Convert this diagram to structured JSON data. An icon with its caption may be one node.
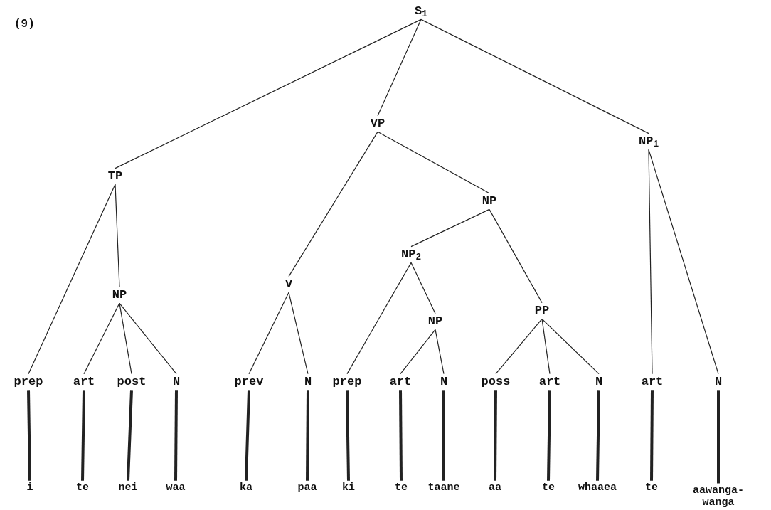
{
  "diagram": {
    "nodes": [
      {
        "text": [
          "S$_{1}$"
        ]
      },
      {
        "text": [
          "TP"
        ]
      },
      {
        "text": [
          "VP"
        ]
      },
      {
        "text": [
          "NP$_{1}$"
        ]
      },
      {
        "text": [
          "NP"
        ]
      },
      {
        "text": [
          "V"
        ]
      },
      {
        "text": [
          "NP"
        ]
      },
      {
        "text": [
          "NP$_{2}$"
        ]
      },
      {
        "text": [
          "PP"
        ]
      },
      {
        "text": [
          "NP"
        ]
      },
      {
        "text": [
          "prep"
        ]
      },
      {
        "text": [
          "art"
        ]
      },
      {
        "text": [
          "post"
        ]
      },
      {
        "text": [
          "N"
        ]
      },
      {
        "text": [
          "prev"
        ]
      },
      {
        "text": [
          "N"
        ]
      },
      {
        "text": [
          "prep"
        ]
      },
      {
        "text": [
          "art"
        ]
      },
      {
        "text": [
          "N"
        ]
      },
      {
        "text": [
          "poss"
        ]
      },
      {
        "text": [
          "art"
        ]
      },
      {
        "text": [
          "N"
        ]
      },
      {
        "text": [
          "art"
        ]
      },
      {
        "text": [
          "N"
        ]
      },
      {
        "text": [
          "i"
        ]
      },
      {
        "text": [
          "te"
        ]
      },
      {
        "text": [
          "nei"
        ]
      },
      {
        "text": [
          "waa"
        ]
      },
      {
        "text": [
          "ka"
        ]
      },
      {
        "text": [
          "paa"
        ]
      },
      {
        "text": [
          "ki"
        ]
      },
      {
        "text": [
          "te"
        ]
      },
      {
        "text": [
          "taane"
        ]
      },
      {
        "text": [
          "aa"
        ]
      },
      {
        "text": [
          "te"
        ]
      },
      {
        "text": [
          "whaaea"
        ]
      },
      {
        "text": [
          "te"
        ]
      },
      {
        "text": [
          "aawanga-wanga"
        ]
      }
    ],
    "edges": [
      {
        "from": 0,
        "to": 1,
        "arrow": "none"
      },
      {
        "from": 0,
        "to": 2,
        "arrow": "none"
      },
      {
        "from": 0,
        "to": 3,
        "arrow": "none"
      },
      {
        "from": 1,
        "to": 10,
        "arrow": "none"
      },
      {
        "from": 1,
        "to": 4,
        "arrow": "none"
      },
      {
        "from": 4,
        "to": 11,
        "arrow": "none"
      },
      {
        "from": 4,
        "to": 12,
        "arrow": "none"
      },
      {
        "from": 4,
        "to": 13,
        "arrow": "none"
      },
      {
        "from": 2,
        "to": 5,
        "arrow": "none"
      },
      {
        "from": 2,
        "to": 6,
        "arrow": "none"
      },
      {
        "from": 5,
        "to": 14,
        "arrow": "none"
      },
      {
        "from": 5,
        "to": 15,
        "arrow": "none"
      },
      {
        "from": 6,
        "to": 7,
        "arrow": "none"
      },
      {
        "from": 6,
        "to": 8,
        "arrow": "none"
      },
      {
        "from": 7,
        "to": 16,
        "arrow": "none"
      },
      {
        "from": 7,
        "to": 9,
        "arrow": "none"
      },
      {
        "from": 9,
        "to": 17,
        "arrow": "none"
      },
      {
        "from": 9,
        "to": 18,
        "arrow": "none"
      },
      {
        "from": 8,
        "to": 19,
        "arrow": "none"
      },
      {
        "from": 8,
        "to": 20,
        "arrow": "none"
      },
      {
        "from": 8,
        "to": 21,
        "arrow": "none"
      },
      {
        "from": 3,
        "to": 22,
        "arrow": "none"
      },
      {
        "from": 3,
        "to": 23,
        "arrow": "none"
      },
      {
        "from": 10,
        "to": 24,
        "arrow": "none",
        "style": "thick"
      },
      {
        "from": 11,
        "to": 25,
        "arrow": "none",
        "style": "thick"
      },
      {
        "from": 12,
        "to": 26,
        "arrow": "none",
        "style": "thick"
      },
      {
        "from": 13,
        "to": 27,
        "arrow": "none",
        "style": "thick"
      },
      {
        "from": 14,
        "to": 28,
        "arrow": "none",
        "style": "thick"
      },
      {
        "from": 15,
        "to": 29,
        "arrow": "none",
        "style": "thick"
      },
      {
        "from": 16,
        "to": 30,
        "arrow": "none",
        "style": "thick"
      },
      {
        "from": 17,
        "to": 31,
        "arrow": "none",
        "style": "thick"
      },
      {
        "from": 18,
        "to": 32,
        "arrow": "none",
        "style": "thick"
      },
      {
        "from": 19,
        "to": 33,
        "arrow": "none",
        "style": "thick"
      },
      {
        "from": 20,
        "to": 34,
        "arrow": "none",
        "style": "thick"
      },
      {
        "from": 21,
        "to": 35,
        "arrow": "none",
        "style": "thick"
      },
      {
        "from": 22,
        "to": 36,
        "arrow": "none",
        "style": "thick"
      },
      {
        "from": 23,
        "to": 37,
        "arrow": "none",
        "style": "thick"
      }
    ],
    "labels": [
      "(9)"
    ]
  }
}
